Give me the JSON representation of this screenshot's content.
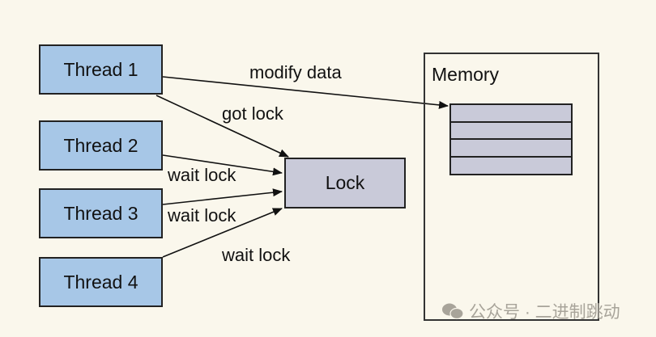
{
  "threads": [
    {
      "label": "Thread 1"
    },
    {
      "label": "Thread 2"
    },
    {
      "label": "Thread 3"
    },
    {
      "label": "Thread 4"
    }
  ],
  "lock": {
    "label": "Lock"
  },
  "memory": {
    "label": "Memory",
    "cell_count": 4
  },
  "edges": {
    "modify_data": "modify data",
    "got_lock": "got lock",
    "wait_lock_2": "wait lock",
    "wait_lock_3": "wait lock",
    "wait_lock_4": "wait lock"
  },
  "watermark": {
    "text": "公众号 · 二进制跳动",
    "icon": "wechat-icon"
  }
}
